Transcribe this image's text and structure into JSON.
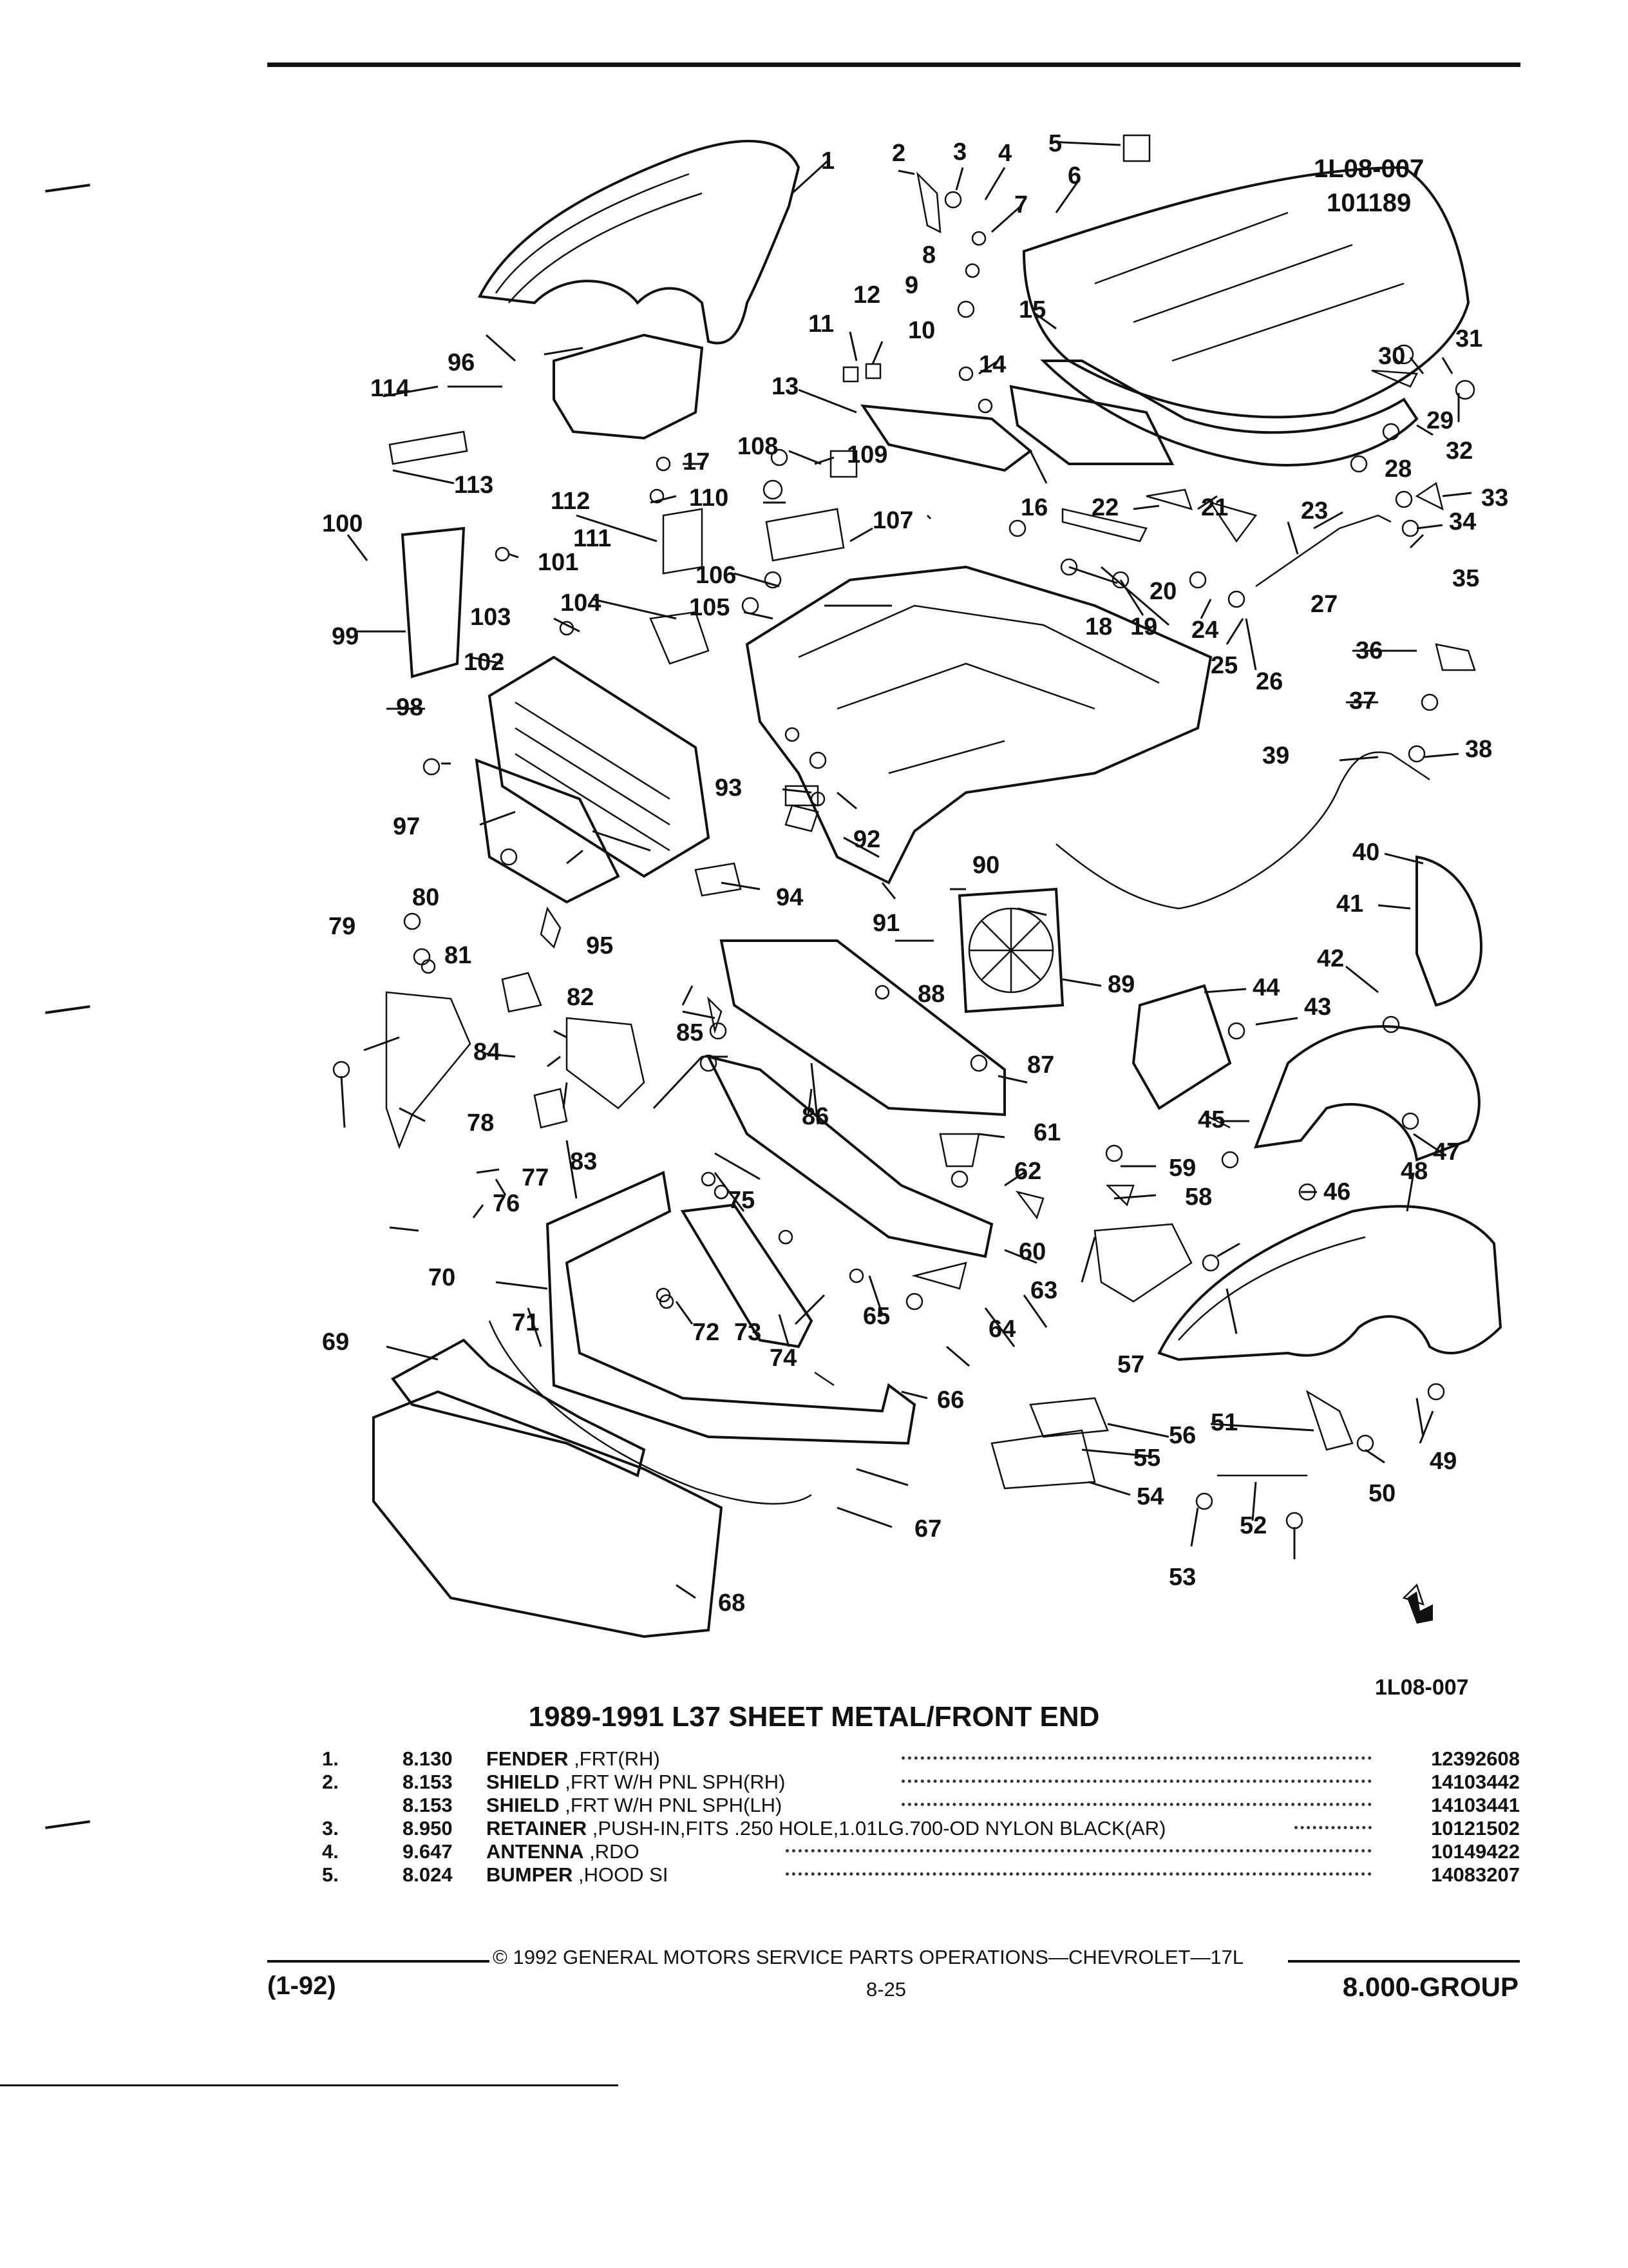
{
  "drawing": {
    "id": "1L08-007",
    "date_code": "101189",
    "bottom_id": "1L08-007",
    "callouts": [
      "1",
      "2",
      "3",
      "4",
      "5",
      "6",
      "7",
      "8",
      "9",
      "10",
      "11",
      "12",
      "13",
      "14",
      "15",
      "16",
      "17",
      "18",
      "19",
      "20",
      "21",
      "22",
      "23",
      "24",
      "25",
      "26",
      "27",
      "28",
      "29",
      "30",
      "31",
      "32",
      "33",
      "34",
      "35",
      "36",
      "37",
      "38",
      "39",
      "40",
      "41",
      "42",
      "43",
      "44",
      "45",
      "46",
      "47",
      "48",
      "49",
      "50",
      "51",
      "52",
      "53",
      "54",
      "55",
      "56",
      "57",
      "58",
      "59",
      "60",
      "61",
      "62",
      "63",
      "64",
      "65",
      "66",
      "67",
      "68",
      "69",
      "70",
      "71",
      "72",
      "73",
      "74",
      "75",
      "76",
      "77",
      "78",
      "79",
      "80",
      "81",
      "82",
      "83",
      "84",
      "85",
      "86",
      "87",
      "88",
      "89",
      "90",
      "91",
      "92",
      "93",
      "94",
      "95",
      "96",
      "97",
      "98",
      "99",
      "100",
      "101",
      "102",
      "103",
      "104",
      "105",
      "106",
      "107",
      "108",
      "109",
      "110",
      "111",
      "112",
      "113",
      "114"
    ]
  },
  "section_title": "1989-1991 L37 SHEET METAL/FRONT END",
  "parts": [
    {
      "num": "1.",
      "group": "8.130",
      "name": "FENDER",
      "desc": " ,FRT(RH)",
      "part_no": "12392608"
    },
    {
      "num": "2.",
      "group": "8.153",
      "name": "SHIELD",
      "desc": " ,FRT W/H PNL SPH(RH)",
      "part_no": "14103442"
    },
    {
      "num": "",
      "group": "8.153",
      "name": "SHIELD",
      "desc": " ,FRT W/H PNL SPH(LH)",
      "part_no": "14103441"
    },
    {
      "num": "3.",
      "group": "8.950",
      "name": "RETAINER",
      "desc": " ,PUSH-IN,FITS .250 HOLE,1.01LG.700-OD NYLON BLACK(AR)",
      "part_no": "10121502"
    },
    {
      "num": "4.",
      "group": "9.647",
      "name": "ANTENNA",
      "desc": " ,RDO",
      "part_no": "10149422"
    },
    {
      "num": "5.",
      "group": "8.024",
      "name": "BUMPER",
      "desc": " ,HOOD SI",
      "part_no": "14083207"
    }
  ],
  "footer": {
    "copyright": "© 1992 GENERAL MOTORS SERVICE PARTS OPERATIONS—CHEVROLET—17L",
    "date": "(1-92)",
    "page": "8-25",
    "group": "8.000-GROUP"
  }
}
